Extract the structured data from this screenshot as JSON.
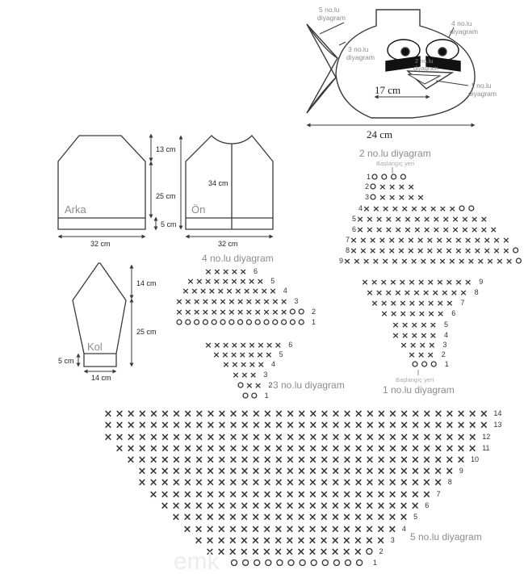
{
  "colors": {
    "line": "#3a3a3a",
    "symbol": "#333333",
    "label_gray": "#8c8c8c",
    "dim_text": "#222222"
  },
  "icons": {
    "cross_stitch": "x-stitch-icon",
    "chain_stitch": "chain-stitch-icon"
  },
  "fish": {
    "callouts": {
      "d5": [
        "5 no.lu",
        "diyagram"
      ],
      "d3": [
        "3 no.lu",
        "diyagram"
      ],
      "d4": [
        "4 no.lu",
        "diyagram"
      ],
      "d2": [
        "2 no.lu",
        "diyagram"
      ],
      "d1": [
        "1 no.lu",
        "diyagram"
      ]
    },
    "dim_inner": "17 cm",
    "dim_total": "24 cm"
  },
  "pieces": {
    "back": {
      "label": "Arka",
      "width": "32 cm"
    },
    "front": {
      "label": "Ön",
      "width": "32 cm",
      "height": "34 cm"
    },
    "body_dims": {
      "top": "13 cm",
      "middle": "25 cm",
      "bottom": "5 cm"
    },
    "sleeve": {
      "label": "Kol",
      "top": "14 cm",
      "middle": "25 cm",
      "bottom": "5 cm",
      "width": "14 cm"
    }
  },
  "diagrams": {
    "d2": {
      "title": "2 no.lu diyagram",
      "start": "Başlangıç yeri"
    },
    "d4": {
      "title": "4 no.lu diyagram"
    },
    "d3": {
      "title": "3 no.lu diyagram"
    },
    "d1": {
      "title": "1 no.lu diyagram",
      "start": "Başlangıç yeri"
    },
    "d5": {
      "title": "5 no.lu diyagram"
    }
  },
  "watermark": "emk"
}
